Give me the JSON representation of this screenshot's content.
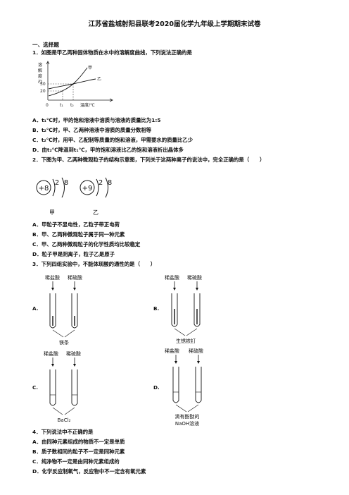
{
  "title": "江苏省盐城射阳县联考2020届化学九年级上学期期末试卷",
  "section1": "一、选择题",
  "q1": {
    "stem": "1．如图是甲乙两种固体物质在水中的溶解度曲线，下列说法正确的是",
    "chart": {
      "y_label_1": "溶",
      "y_label_2": "解",
      "y_label_3": "度",
      "y_unit": "/g",
      "y_tick_a": "30",
      "y_tick_b": "20",
      "x_tick_0": "0",
      "x_tick_1": "t₁",
      "x_tick_2": "t₂",
      "x_label": "温度/℃",
      "curve_a": "甲",
      "curve_b": "乙"
    },
    "options": [
      "A．t₁℃时，甲的饱和溶液中溶质与溶液的质量比为1:5",
      "B．t₂℃时，甲、乙两种溶液中溶质的质量分数相等",
      "C．t₂℃时，用甲、乙配制等质量的饱和溶液，甲需要水的质量比乙少",
      "D．由t₂℃降温到t₁℃，甲的饱和溶液比乙的饱和溶液析出晶体多"
    ]
  },
  "q2": {
    "stem": "2．下图为甲、乙两种微观粒子的结构示意图，下列关于这两种离子的说法中，完全正确的是（　　）",
    "atom_a": {
      "nucleus": "+8",
      "shell1": "2",
      "shell2": "8",
      "label": "甲"
    },
    "atom_b": {
      "nucleus": "+9",
      "shell1": "2",
      "shell2": "8",
      "label": "乙"
    },
    "options": [
      "A．甲粒子不显电性，乙粒子带正电荷",
      "B．甲、乙两种微观粒子属于同一种元素",
      "C．甲、乙两种微观粒子的化学性质均比较稳定",
      "D．粒子甲是阴离子，粒子乙是原子"
    ]
  },
  "q3": {
    "stem": "3．下列四组实验中，不能体现酸的通性的是（　　）",
    "acid_1": "稀盐酸",
    "acid_2": "稀硫酸",
    "A": {
      "letter": "A.",
      "reagent": "镁条"
    },
    "B": {
      "letter": "B.",
      "reagent": "生锈铁钉"
    },
    "C": {
      "letter": "C.",
      "reagent": "BaCl₂"
    },
    "D": {
      "letter": "D.",
      "reagent_1": "滴有酚酞的",
      "reagent_2": "NaOH溶液"
    }
  },
  "q4": {
    "stem": "4．下列说法中不正确的是",
    "options": [
      "A．由同种元素组成的物质不一定是单质",
      "B．质子数相同的粒子不一定是同种元素",
      "C．纯净物不一定是由同种元素组成的",
      "D．化学反应制氧气，反应物中不一定含有氧元素"
    ]
  }
}
